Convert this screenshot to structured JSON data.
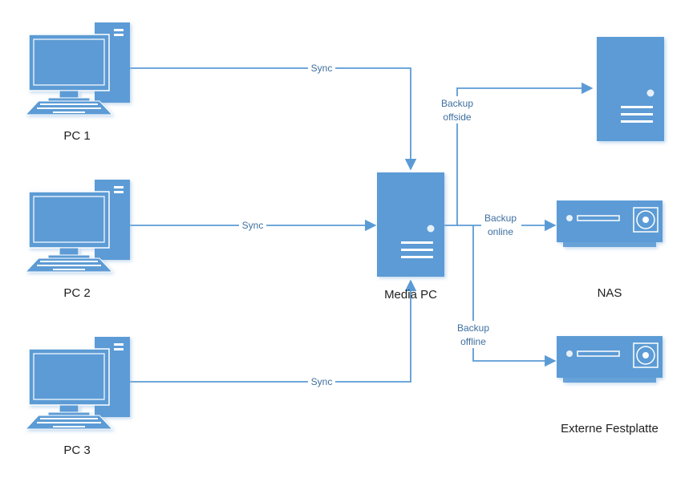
{
  "nodes": {
    "pc1": {
      "label": "PC 1",
      "icon": "desktop-computer-icon"
    },
    "pc2": {
      "label": "PC 2",
      "icon": "desktop-computer-icon"
    },
    "pc3": {
      "label": "PC 3",
      "icon": "desktop-computer-icon"
    },
    "media_pc": {
      "label": "Media PC",
      "icon": "tower-server-icon"
    },
    "offsite_server": {
      "label": "",
      "icon": "tower-server-icon"
    },
    "nas": {
      "label": "NAS",
      "icon": "nas-drive-icon"
    },
    "external_drive": {
      "label": "Externe Festplatte",
      "icon": "nas-drive-icon"
    }
  },
  "edges": {
    "sync1": "Sync",
    "sync2": "Sync",
    "sync3": "Sync",
    "backup_offsite": [
      "Backup",
      "offside"
    ],
    "backup_online": [
      "Backup",
      "online"
    ],
    "backup_offline": [
      "Backup",
      "offline"
    ]
  },
  "colors": {
    "primary": "#5b9bd5",
    "line": "#5b9bd5",
    "icon_detail": "#ffffff"
  }
}
